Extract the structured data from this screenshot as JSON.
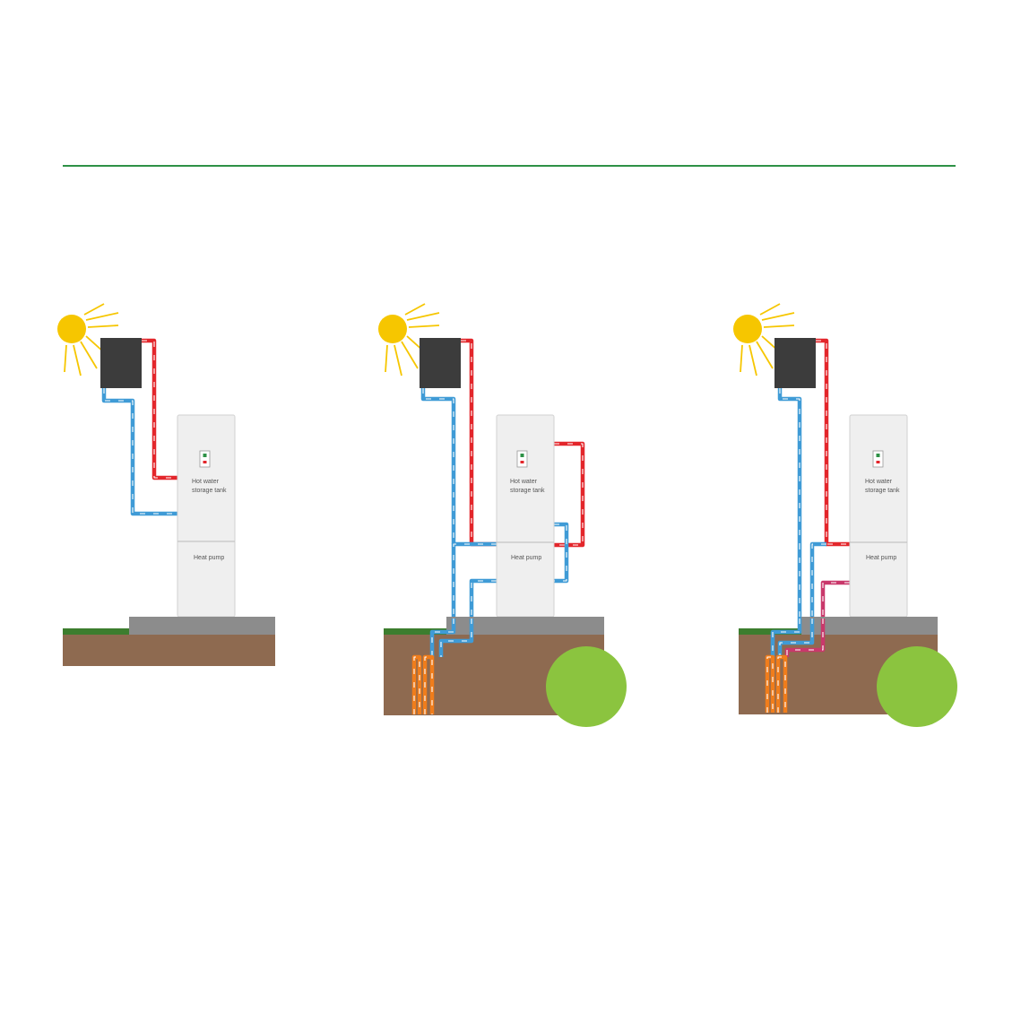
{
  "colors": {
    "rule": "#2e9146",
    "sun": "#f6c600",
    "collector": "#3c3c3c",
    "hot_pipe": "#e3262b",
    "cold_pipe": "#3f9bd6",
    "ground_loop": "#f07d1b",
    "warm_pipe": "#c9386b",
    "unit": "#efefef",
    "slab": "#8c8c8c",
    "soil": "#8e6a50",
    "grass": "#3c7d2e",
    "badge": "#8bc43f"
  },
  "panels": [
    {
      "tank_label_1": "Hot water",
      "tank_label_2": "storage tank",
      "pump_label": "Heat pump",
      "ground_loop": false,
      "badge": false,
      "variant": "solar"
    },
    {
      "tank_label_1": "Hot water",
      "tank_label_2": "storage tank",
      "pump_label": "Heat pump",
      "ground_loop": true,
      "badge": true,
      "variant": "ground-source"
    },
    {
      "tank_label_1": "Hot water",
      "tank_label_2": "storage tank",
      "pump_label": "Heat pump",
      "ground_loop": true,
      "badge": true,
      "variant": "hybrid"
    }
  ]
}
